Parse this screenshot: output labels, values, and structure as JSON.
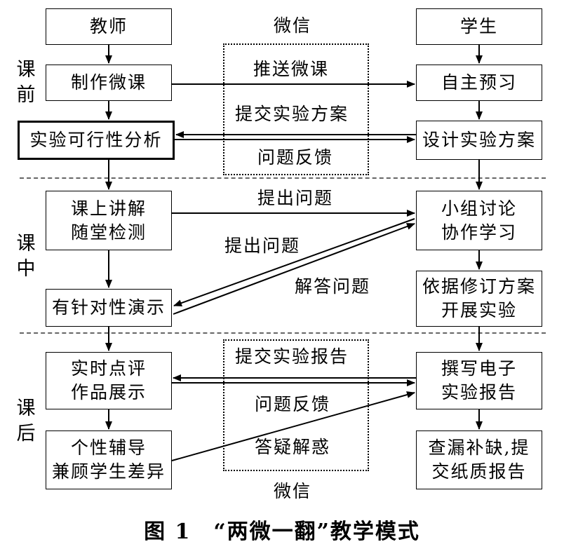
{
  "header": {
    "teacher": "教师",
    "wechat": "微信",
    "student": "学生"
  },
  "phases": {
    "before": "课前",
    "during": "课中",
    "after": "课后"
  },
  "teacher_boxes": {
    "make_microlesson": "制作微课",
    "feasibility": "实验可行性分析",
    "lecture_1": "课上讲解",
    "lecture_2": "随堂检测",
    "demo": "有针对性演示",
    "review_1": "实时点评",
    "review_2": "作品展示",
    "tutor_1": "个性辅导",
    "tutor_2": "兼顾学生差异"
  },
  "student_boxes": {
    "preview": "自主预习",
    "design": "设计实验方案",
    "group_1": "小组讨论",
    "group_2": "协作学习",
    "experiment_1": "依据修订方案",
    "experiment_2": "开展实验",
    "report_1": "撰写电子",
    "report_2": "实验报告",
    "paper_1": "查漏补缺,提",
    "paper_2": "交纸质报告"
  },
  "channel_labels": {
    "push_microlesson": "推送微课",
    "submit_plan": "提交实验方案",
    "feedback_1": "问题反馈",
    "ask_teacher": "提出问题",
    "ask_student": "提出问题",
    "answer": "解答问题",
    "submit_report": "提交实验报告",
    "feedback_2": "问题反馈",
    "resolve": "答疑解惑",
    "wechat_bottom": "微信"
  },
  "caption": "图 1　“两微一翻”教学模式"
}
